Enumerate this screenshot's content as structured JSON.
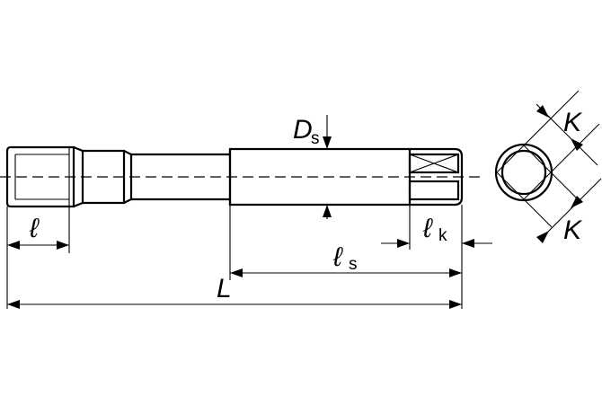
{
  "labels": {
    "ds_main": "D",
    "ds_sub": "s",
    "k_top": "K",
    "k_bottom": "K",
    "l_thread": "ℓ",
    "lk_main": "ℓ",
    "lk_sub": "k",
    "ls_main": "ℓ",
    "ls_sub": "s",
    "L": "L"
  }
}
